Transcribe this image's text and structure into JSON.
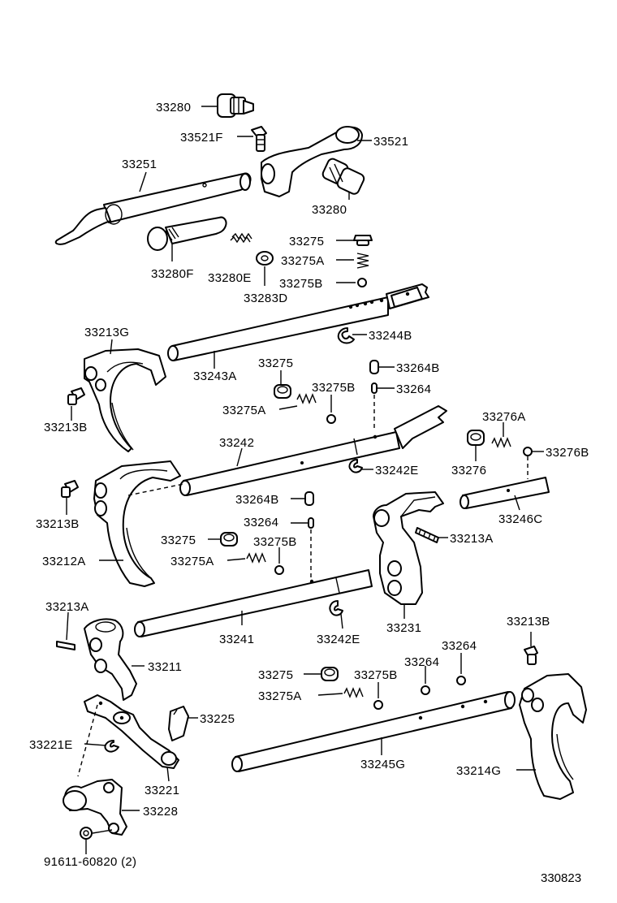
{
  "diagram_id": "330823",
  "labels": {
    "p33280_top": "33280",
    "p33521F": "33521F",
    "p33521": "33521",
    "p33251": "33251",
    "p33280_right": "33280",
    "p33275_a": "33275",
    "p33275A_a": "33275A",
    "p33275B_a": "33275B",
    "p33280F": "33280F",
    "p33280E": "33280E",
    "p33283D": "33283D",
    "p33213G": "33213G",
    "p33244B": "33244B",
    "p33243A": "33243A",
    "p33275_b": "33275",
    "p33264B_a": "33264B",
    "p33275B_b": "33275B",
    "p33264_a": "33264",
    "p33275A_b": "33275A",
    "p33213B_a": "33213B",
    "p33242": "33242",
    "p33276A": "33276A",
    "p33276": "33276",
    "p33276B": "33276B",
    "p33242E_a": "33242E",
    "p33213B_b": "33213B",
    "p33264B_b": "33264B",
    "p33246C": "33246C",
    "p33264_b": "33264",
    "p33275_c": "33275",
    "p33275B_c": "33275B",
    "p33213A_a": "33213A",
    "p33275A_c": "33275A",
    "p33212A": "33212A",
    "p33213A_b": "33213A",
    "p33241": "33241",
    "p33242E_b": "33242E",
    "p33231": "33231",
    "p33213B_c": "33213B",
    "p33264_c": "33264",
    "p33264_d": "33264",
    "p33211": "33211",
    "p33275_d": "33275",
    "p33275B_d": "33275B",
    "p33275A_d": "33275A",
    "p33225": "33225",
    "p33221E": "33221E",
    "p33245G": "33245G",
    "p33214G": "33214G",
    "p33221": "33221",
    "p33228": "33228",
    "p91611": "91611-60820 (2)"
  }
}
